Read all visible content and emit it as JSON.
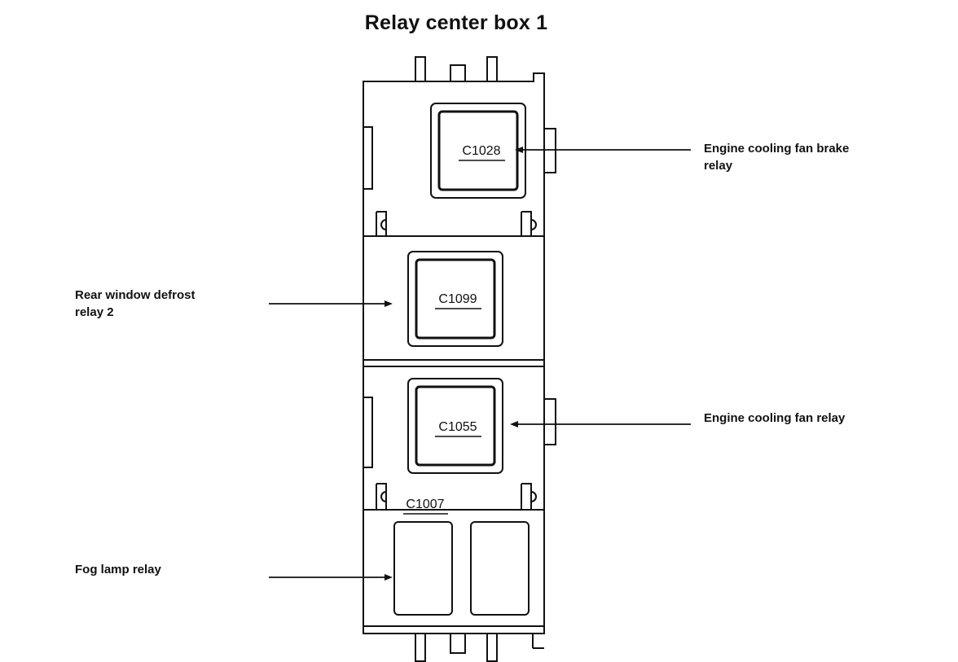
{
  "title": "Relay center box 1",
  "labels": {
    "engine_cooling_fan_brake_relay": {
      "line1": "Engine cooling fan brake",
      "line2": "relay"
    },
    "rear_window_defrost_relay_2": {
      "line1": "Rear window defrost",
      "line2": "relay 2"
    },
    "engine_cooling_fan_relay": "Engine cooling fan relay",
    "fog_lamp_relay": "Fog lamp relay"
  },
  "connectors": {
    "c1028": "C1028",
    "c1099": "C1099",
    "c1055": "C1055",
    "c1007": "C1007"
  },
  "colors": {
    "line": "#111111",
    "background": "#ffffff"
  }
}
